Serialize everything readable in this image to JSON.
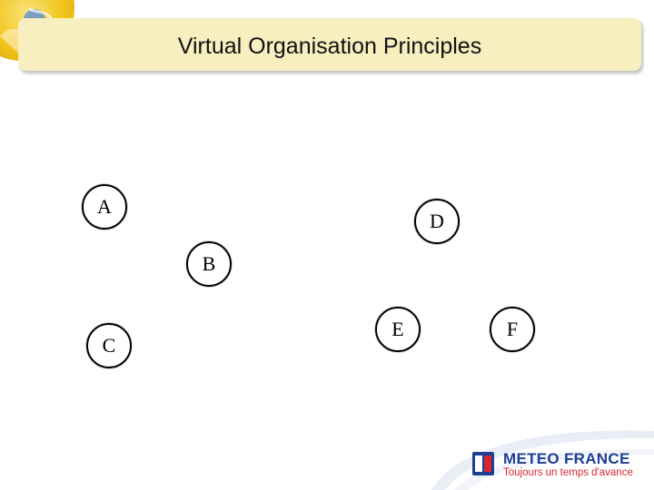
{
  "slide": {
    "title": "Virtual Organisation Principles"
  },
  "nodes": [
    {
      "label": "A"
    },
    {
      "label": "D"
    },
    {
      "label": "B"
    },
    {
      "label": "C"
    },
    {
      "label": "E"
    },
    {
      "label": "F"
    }
  ],
  "logo": {
    "brand": "METEO FRANCE",
    "tagline": "Toujours un temps d'avance",
    "brand_color": "#1d3f94",
    "tagline_color": "#d8262f"
  },
  "colors": {
    "title_bar": "#f7efc0",
    "globe": "#f0c419"
  }
}
